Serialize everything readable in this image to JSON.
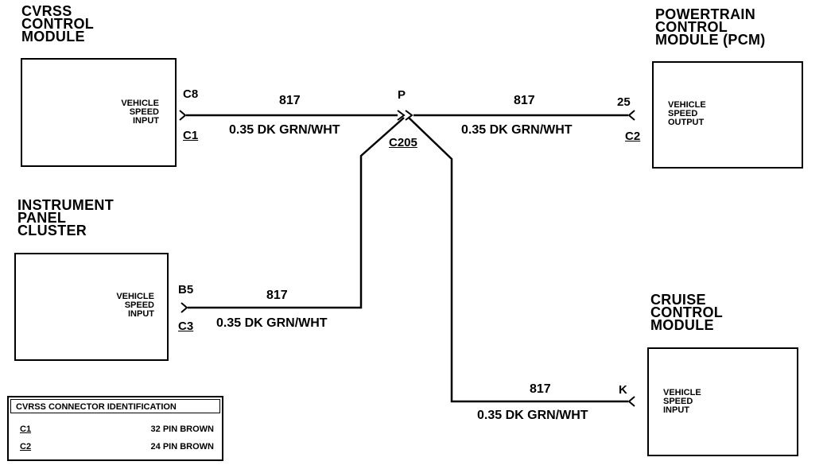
{
  "modules": {
    "cvrss": {
      "title": "CVRSS\nCONTROL\nMODULE",
      "inner": "VEHICLE\nSPEED\nINPUT",
      "pin": "C8",
      "connector": "C1"
    },
    "pcm": {
      "title": "POWERTRAIN\nCONTROL\nMODULE (PCM)",
      "inner": "VEHICLE\nSPEED\nOUTPUT",
      "pin": "25",
      "connector": "C2"
    },
    "ipc": {
      "title": "INSTRUMENT\nPANEL\nCLUSTER",
      "inner": "VEHICLE\nSPEED\nINPUT",
      "pin": "B5",
      "connector": "C3"
    },
    "cruise": {
      "title": "CRUISE\nCONTROL\nMODULE",
      "inner": "VEHICLE\nSPEED\nINPUT",
      "pin": "K"
    }
  },
  "splice": {
    "pin": "P",
    "connector": "C205"
  },
  "wires": {
    "cvrss": {
      "circuit": "817",
      "spec": "0.35 DK GRN/WHT"
    },
    "pcm": {
      "circuit": "817",
      "spec": "0.35 DK GRN/WHT"
    },
    "ipc": {
      "circuit": "817",
      "spec": "0.35 DK GRN/WHT"
    },
    "cruise": {
      "circuit": "817",
      "spec": "0.35 DK GRN/WHT"
    }
  },
  "legend": {
    "title": "CVRSS CONNECTOR IDENTIFICATION",
    "rows": [
      {
        "connector": "C1",
        "desc": "32 PIN BROWN"
      },
      {
        "connector": "C2",
        "desc": "24 PIN BROWN"
      }
    ]
  },
  "colors": {
    "line": "#000000",
    "background": "#ffffff"
  }
}
